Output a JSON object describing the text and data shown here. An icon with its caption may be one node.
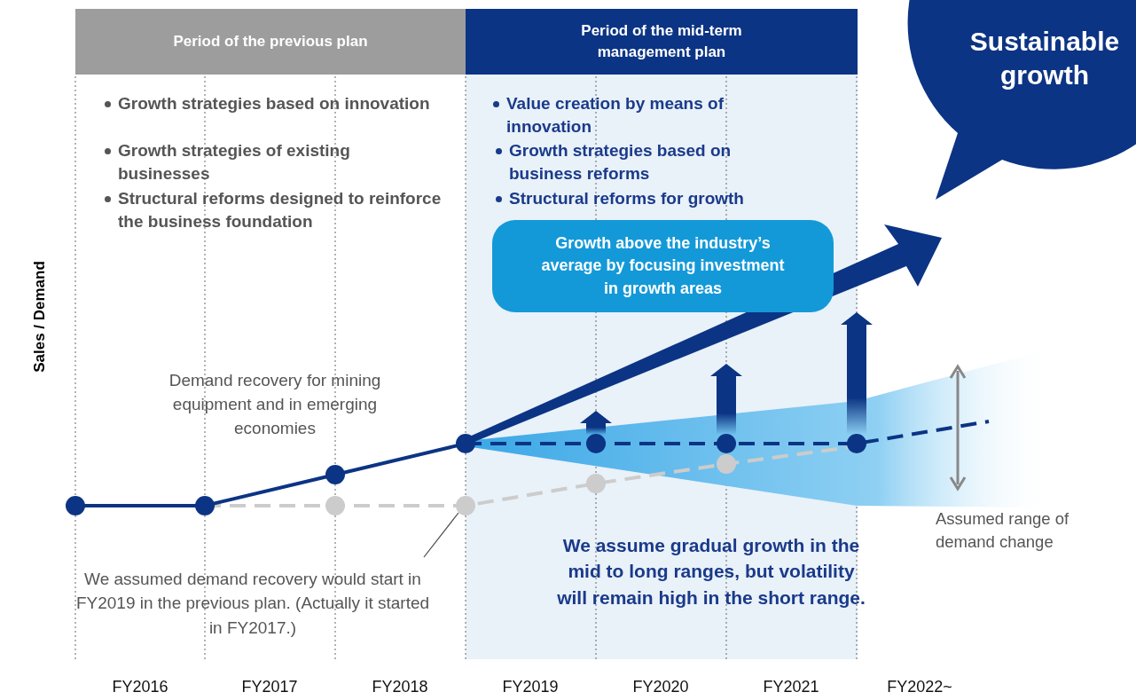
{
  "diagram": {
    "nodes": [
      {
        "text": [
          "Period of the previous plan"
        ]
      },
      {
        "text": [
          "Period of the mid-term management plan"
        ]
      },
      {
        "text": [
          "Sustainable growth"
        ]
      },
      {
        "text": [
          "Growth above the industry’s average by focusing investment in growth areas"
        ]
      },
      {
        "text": [
          "We assumed demand recovery would start in FY2019 in the previous plan. (Actually it started in FY2017.)"
        ]
      },
      {
        "text": [],
        "shape": "circle"
      }
    ],
    "edges": [
      {
        "from": 4,
        "to": 5,
        "arrow": "none"
      }
    ],
    "labels": [
      "Growth strategies based on innovation",
      "Growth strategies of existing businesses",
      "Structural reforms designed to reinforce the business foundation",
      "Value creation by means of innovation",
      "Growth strategies based on business reforms",
      "Structural reforms for growth",
      "Sales / Demand",
      "Demand recovery for mining equipment and in emerging economies",
      "Assumed range of demand change",
      "We assume gradual growth in the mid to long ranges, but volatility will remain high in the short range.",
      "FY2016",
      "FY2017",
      "FY2018",
      "FY2019",
      "FY2020",
      "FY2021",
      "FY2022~"
    ]
  }
}
